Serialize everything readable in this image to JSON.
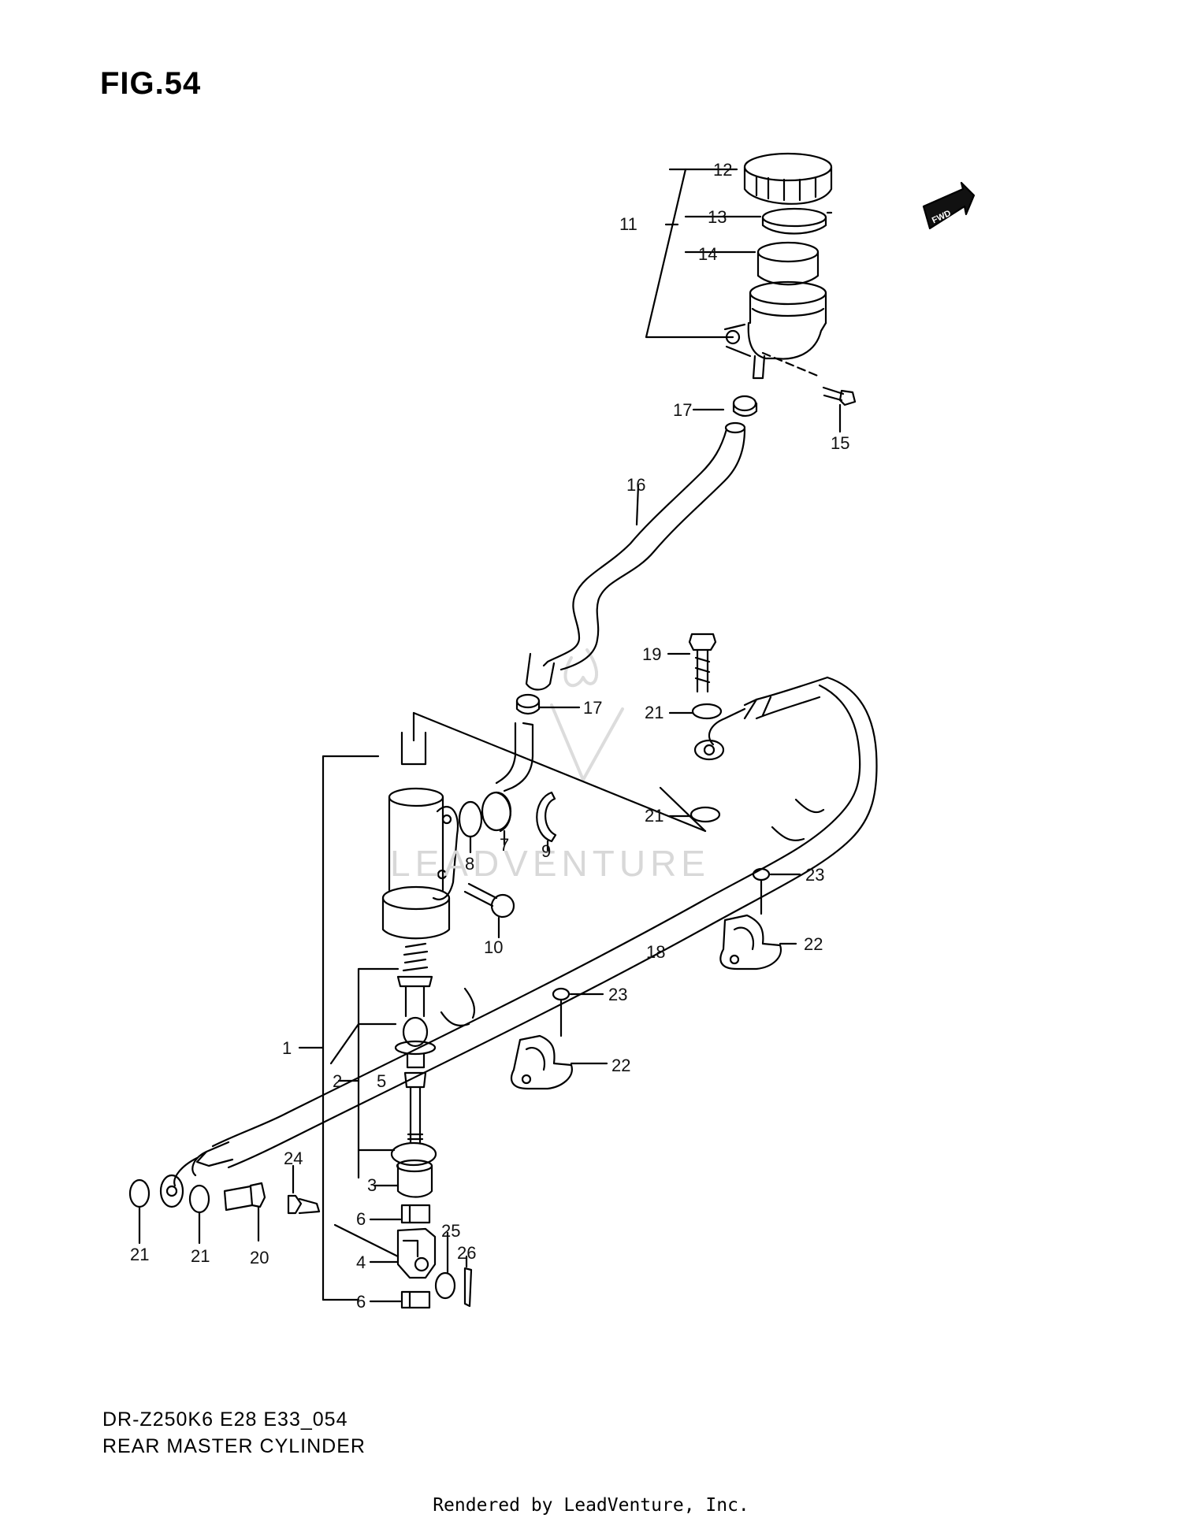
{
  "figure": {
    "title": "FIG.54",
    "model_code": "DR-Z250K6 E28 E33_054",
    "section_title": "REAR MASTER CYLINDER",
    "footer": "Rendered by LeadVenture, Inc.",
    "direction_badge": "FWD",
    "watermark": "LEADVENTURE"
  },
  "callouts": {
    "c1": "1",
    "c2": "2",
    "c3": "3",
    "c4": "4",
    "c5": "5",
    "c6a": "6",
    "c6b": "6",
    "c7": "7",
    "c8": "8",
    "c9": "9",
    "c10": "10",
    "c11": "11",
    "c12": "12",
    "c13": "13",
    "c14": "14",
    "c15": "15",
    "c16": "16",
    "c17a": "17",
    "c17b": "17",
    "c18": "18",
    "c19": "19",
    "c20": "20",
    "c21a": "21",
    "c21b": "21",
    "c21c": "21",
    "c21d": "21",
    "c22a": "22",
    "c22b": "22",
    "c23a": "23",
    "c23b": "23",
    "c24": "24",
    "c25": "25",
    "c26": "26"
  }
}
